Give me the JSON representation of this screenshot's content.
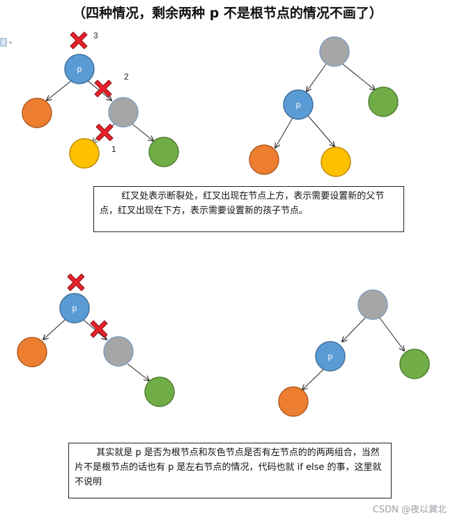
{
  "title": "（四种情况，剩余两种 p 不是根节点的情况不画了）",
  "colors": {
    "blue": "#5b9bd5",
    "blue_stroke": "#41719c",
    "gray": "#a6a6a6",
    "gray_stroke": "#7f9cbf",
    "orange": "#ed7d31",
    "orange_stroke": "#ae5a21",
    "yellow": "#ffc000",
    "yellow_stroke": "#bc8c00",
    "green": "#70ad47",
    "green_stroke": "#507e32",
    "cross": "#e8212b",
    "cross_stroke": "#8b1015"
  },
  "icons": [
    "red-cross-icon",
    "arrow-icon",
    "document-icon"
  ],
  "nodes": {
    "d1_p_label": "p",
    "d2_p_label": "p",
    "d3_p_label": "p",
    "d4_p_label": "p"
  },
  "marks": {
    "m1": "3",
    "m2": "2",
    "m3": "1"
  },
  "box1": {
    "text": "红叉处表示断裂处，红叉出现在节点上方，表示需要设置新的父节点，红叉出现在下方，表示需要设置新的孩子节点。"
  },
  "box2": {
    "text": "其实就是 p 是否为根节点和灰色节点是否有左节点的的两两组合，当然片不是根节点的话也有 p 是左右节点的情况，代码也就 if else 的事，这里就不说明"
  },
  "watermark": "CSDN @夜以冀北"
}
